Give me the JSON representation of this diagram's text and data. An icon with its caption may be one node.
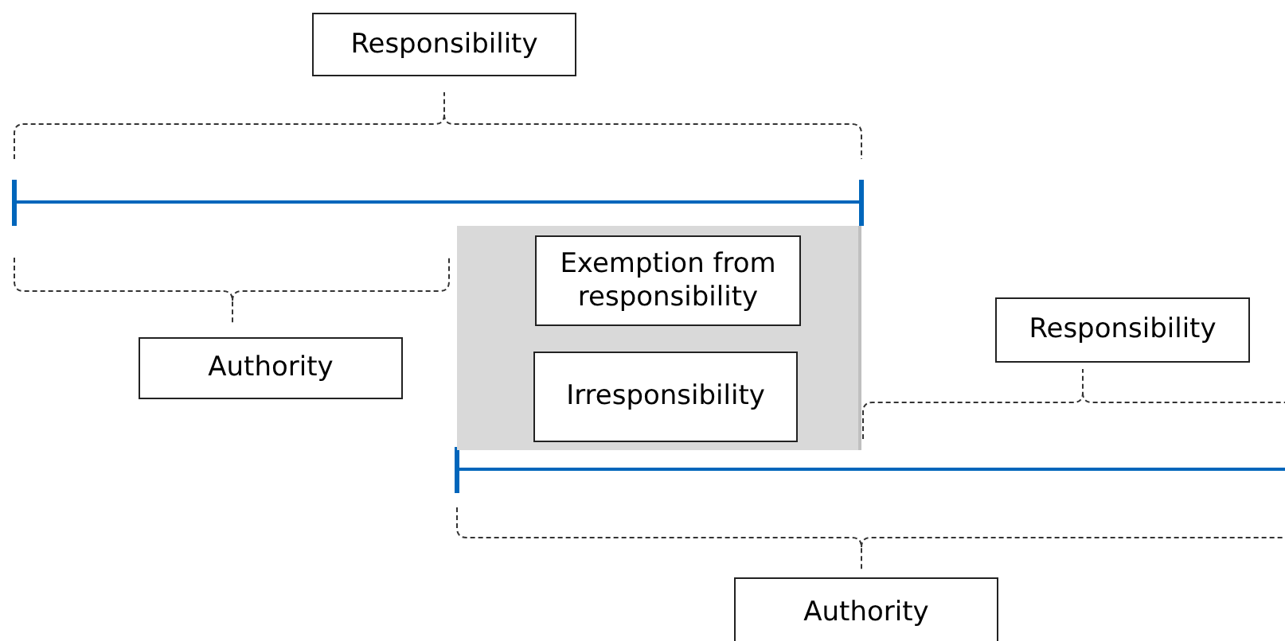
{
  "diagram": {
    "nodes": [
      {
        "text": [
          "Responsibility"
        ]
      },
      {
        "text": [
          "Authority"
        ]
      },
      {
        "text": [],
        "shape": "box"
      },
      {
        "text": [
          "Exemption from responsibility"
        ],
        "in": 2
      },
      {
        "text": [
          "Irresponsibility"
        ],
        "in": 2
      },
      {
        "text": [
          "Responsibility"
        ]
      },
      {
        "text": [
          "Authority"
        ]
      }
    ],
    "edges": []
  }
}
